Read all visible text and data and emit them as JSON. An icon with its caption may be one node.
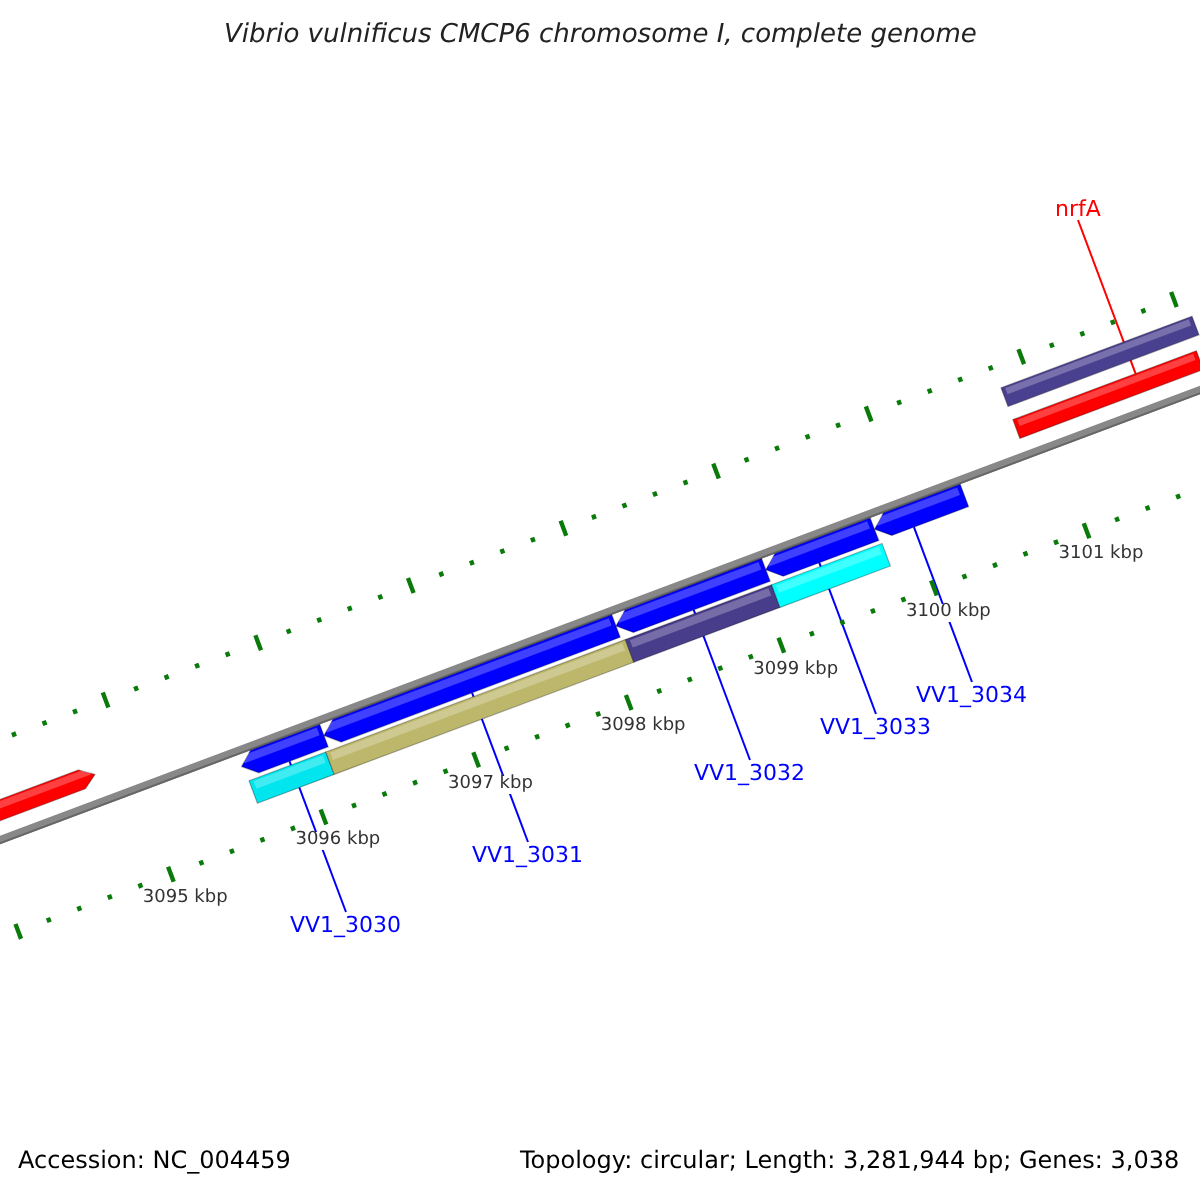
{
  "diagram": {
    "title": "Vibrio vulnificus CMCP6 chromosome I, complete genome",
    "nodes": [
      {
        "text": [
          "nrfA"
        ]
      },
      {
        "text": [],
        "shape": "bar"
      },
      {
        "text": [],
        "shape": "bar"
      },
      {
        "text": [],
        "shape": "bar"
      },
      {
        "text": [],
        "shape": "bar"
      },
      {
        "text": [],
        "shape": "bar"
      },
      {
        "text": [],
        "shape": "bar"
      },
      {
        "text": [
          "VV1_3030"
        ]
      },
      {
        "text": [
          "VV1_3031"
        ]
      },
      {
        "text": [
          "VV1_3032"
        ]
      },
      {
        "text": [
          "VV1_3033"
        ]
      },
      {
        "text": [
          "VV1_3034"
        ]
      },
      {
        "text": [],
        "shape": "bar"
      },
      {
        "text": [],
        "shape": "bar"
      },
      {
        "text": [],
        "shape": "bar"
      },
      {
        "text": [],
        "shape": "bar"
      },
      {
        "text": [],
        "shape": "bar"
      },
      {
        "text": [],
        "shape": "bar"
      }
    ],
    "edges": [
      {
        "from": 0,
        "to": 1,
        "arrow": "none",
        "color": "#ff0000"
      },
      {
        "from": 7,
        "to": 2,
        "arrow": "none"
      },
      {
        "from": 8,
        "to": 3,
        "arrow": "none"
      },
      {
        "from": 9,
        "to": 4,
        "arrow": "none"
      },
      {
        "from": 10,
        "to": 5,
        "arrow": "none"
      },
      {
        "from": 11,
        "to": 6,
        "arrow": "none"
      }
    ],
    "labels": [
      "3095 kbp",
      "3096 kbp",
      "3097 kbp",
      "3098 kbp",
      "3099 kbp",
      "3100 kbp",
      "3101 kbp",
      "Accession: NC_004459",
      "Topology: circular; Length: 3,281,944 bp; Genes: 3,038"
    ]
  }
}
